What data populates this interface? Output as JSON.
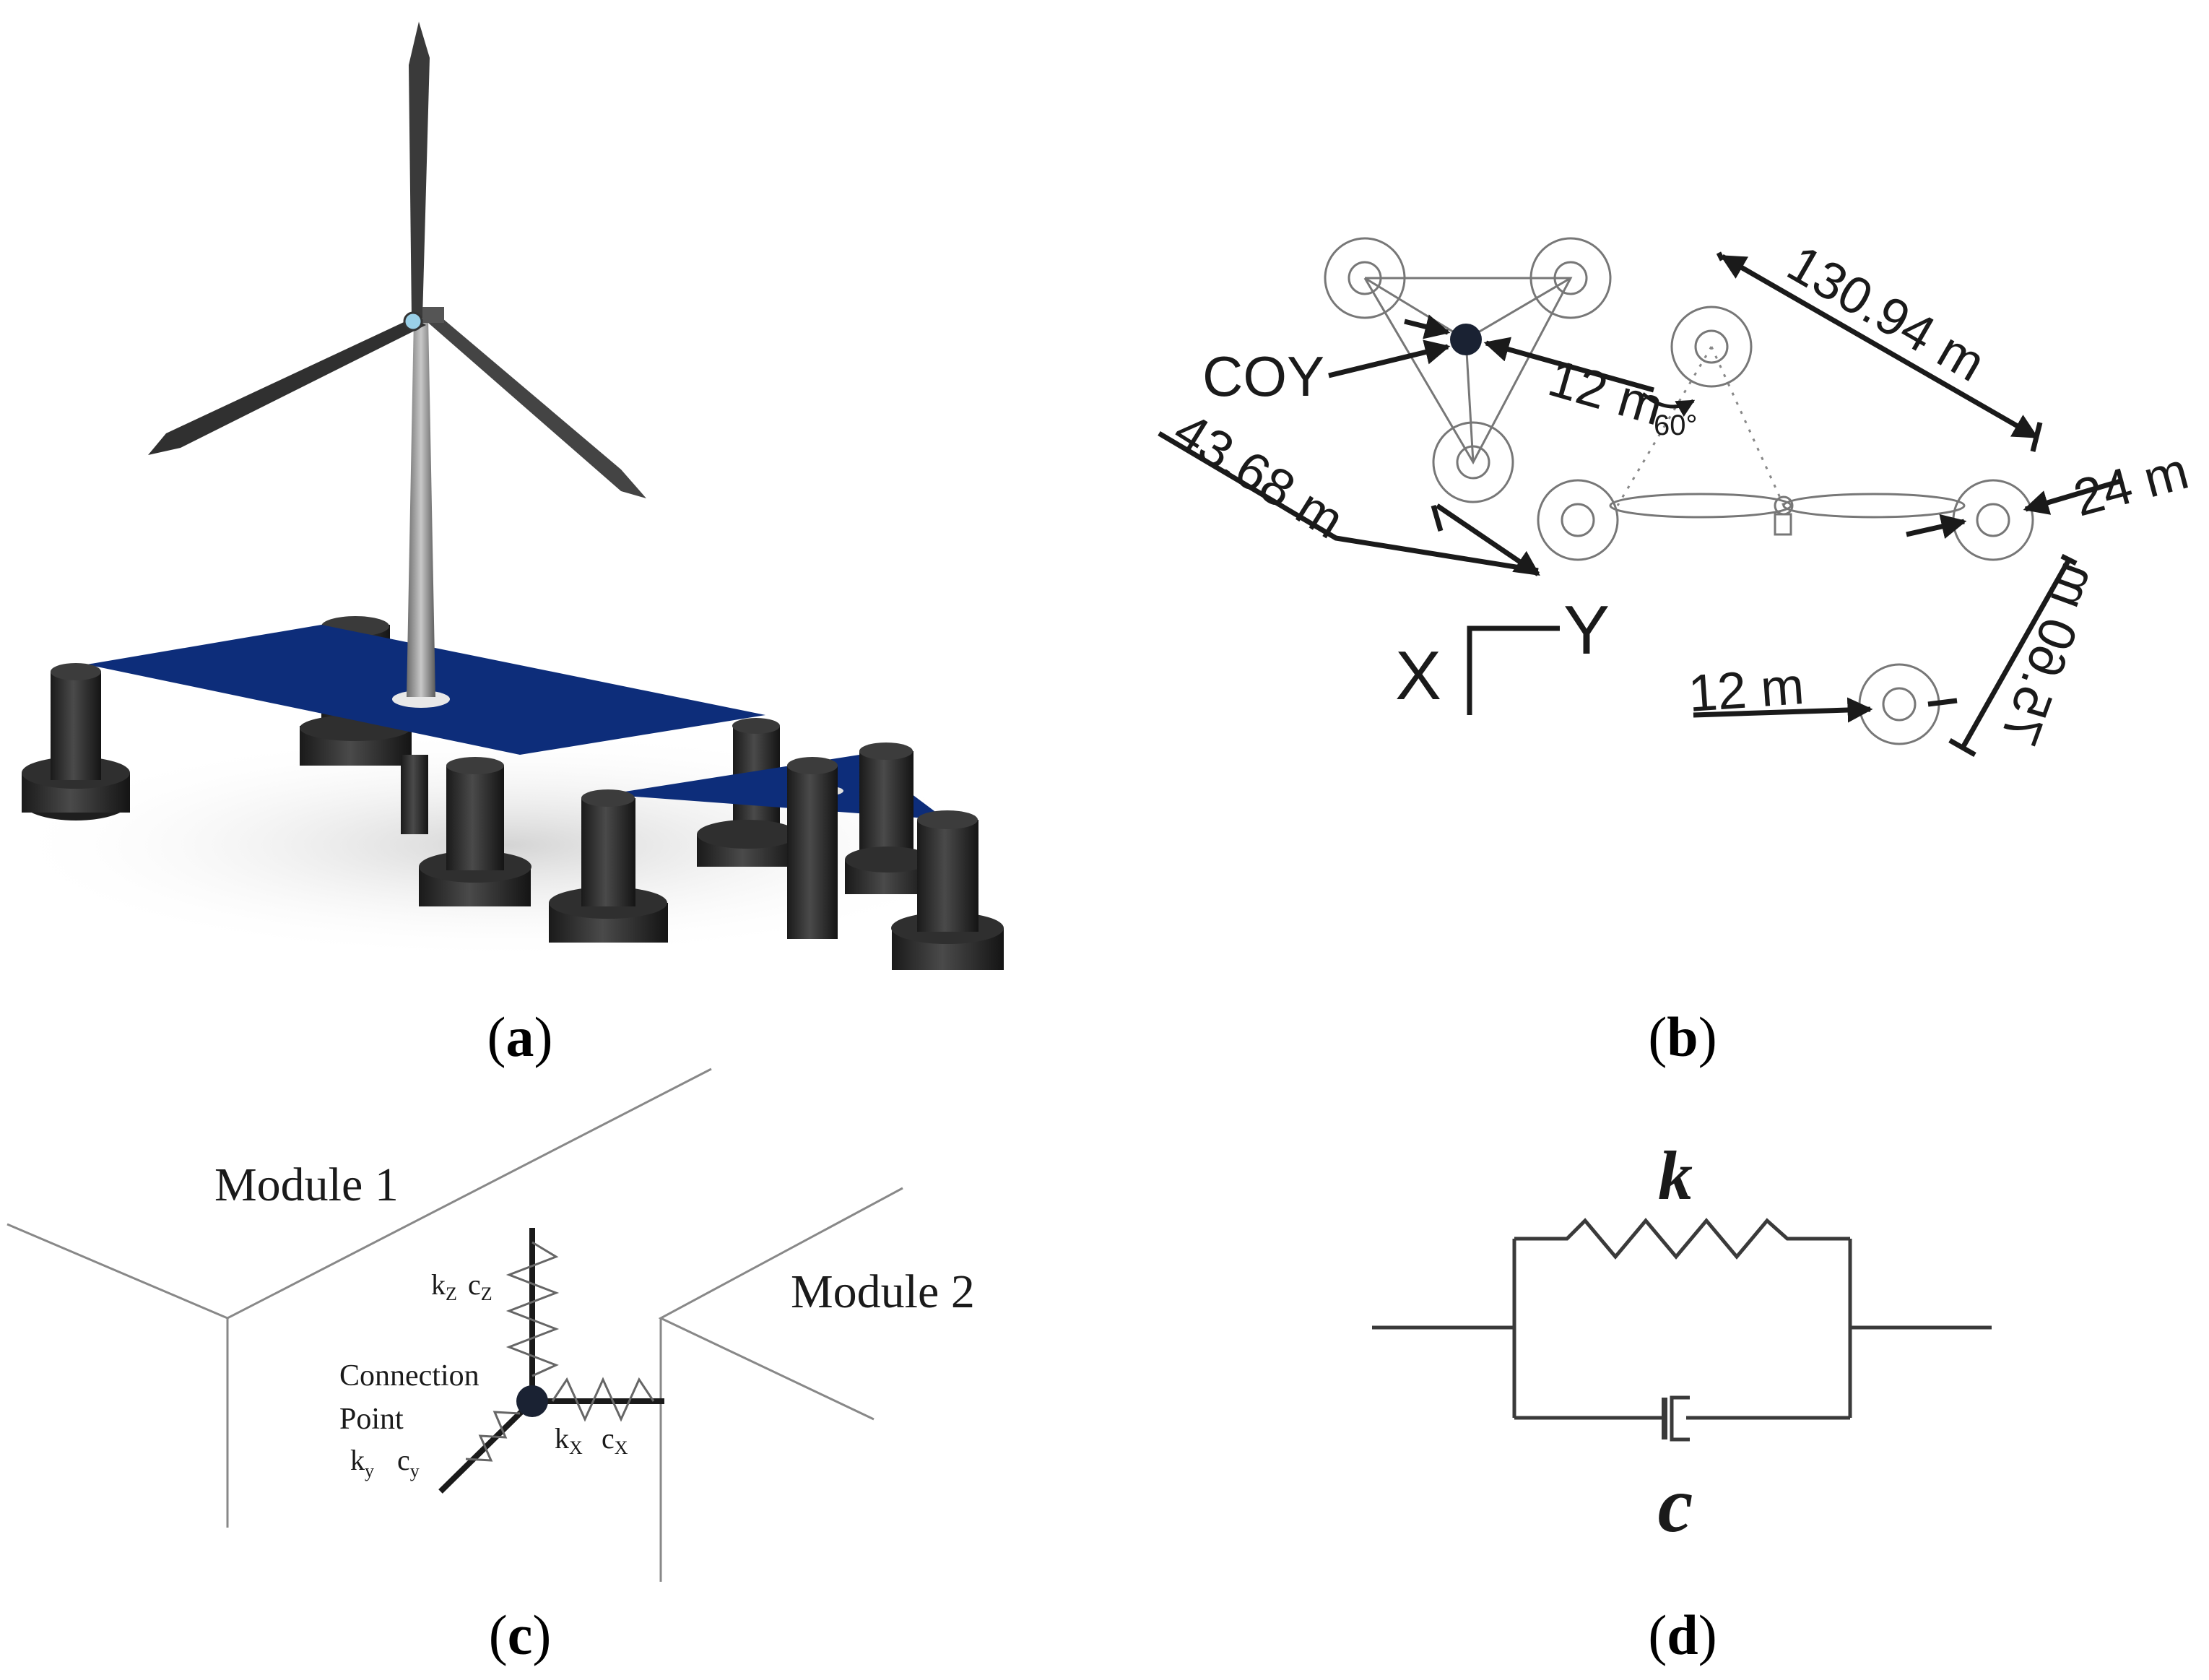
{
  "panels": {
    "a": {
      "caption": "a"
    },
    "b": {
      "caption": "b",
      "labels": {
        "coy": "COY",
        "dim_12m_top": "12 m",
        "dim_130_94": "130.94 m",
        "dim_43_68": "43.68 m",
        "dim_24m": "24 m",
        "dim_75_60": "75.60 m",
        "dim_12m_bottom": "12 m",
        "angle": "60°",
        "axis_x": "X",
        "axis_y": "Y"
      }
    },
    "c": {
      "caption": "c",
      "labels": {
        "module1": "Module  1",
        "module2": "Module  2",
        "connection": "Connection",
        "point": "Point",
        "kz": "k",
        "kz_sub": "Z",
        "cz": "c",
        "cz_sub": "Z",
        "ky": "k",
        "ky_sub": "y",
        "cy": "c",
        "cy_sub": "y",
        "kx": "k",
        "kx_sub": "X",
        "cx": "c",
        "cx_sub": "X"
      }
    },
    "d": {
      "caption": "d",
      "labels": {
        "spring": "k",
        "damper": "c"
      }
    }
  }
}
